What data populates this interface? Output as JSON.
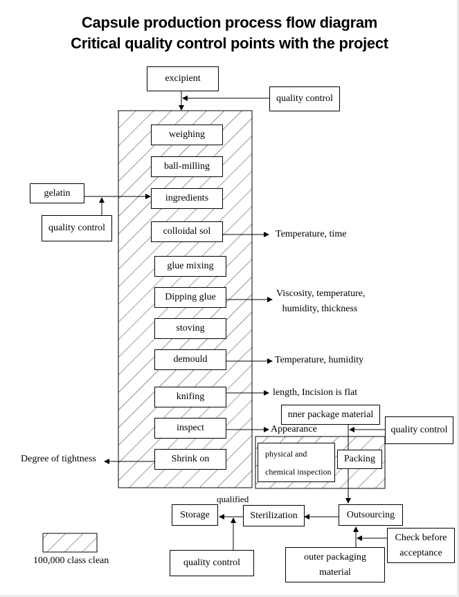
{
  "title": {
    "line1": "Capsule production process flow diagram",
    "line2": "Critical quality control points with the project"
  },
  "inputs": {
    "excipient": "excipient",
    "gelatin": "gelatin",
    "inner_package_material": "nner package material",
    "outer_packaging_material": [
      "outer packaging",
      "material"
    ]
  },
  "quality_control": {
    "label": "quality control"
  },
  "clean_area_steps": [
    "weighing",
    "ball-milling",
    "ingredients",
    "colloidal sol",
    "glue mixing",
    "Dipping glue",
    "stoving",
    "demould",
    "knifing",
    "inspect",
    "Shrink on"
  ],
  "control_points": {
    "colloidal_sol": "Temperature, time",
    "dipping_glue": [
      "Viscosity, temperature,",
      "humidity, thickness"
    ],
    "demould": "Temperature, humidity",
    "knifing": "length, Incision is flat",
    "inspect": "Appearance",
    "shrink_on": "Degree of tightness"
  },
  "packing_area": {
    "inspection": [
      "physical and",
      "chemical inspection"
    ],
    "packing": "Packing"
  },
  "downstream": {
    "outsourcing": "Outsourcing",
    "sterilization": "Sterilization",
    "storage": "Storage",
    "qualified": "qualified",
    "check_before_acceptance": [
      "Check before",
      "acceptance"
    ]
  },
  "legend": {
    "label": "100,000 class clean"
  }
}
